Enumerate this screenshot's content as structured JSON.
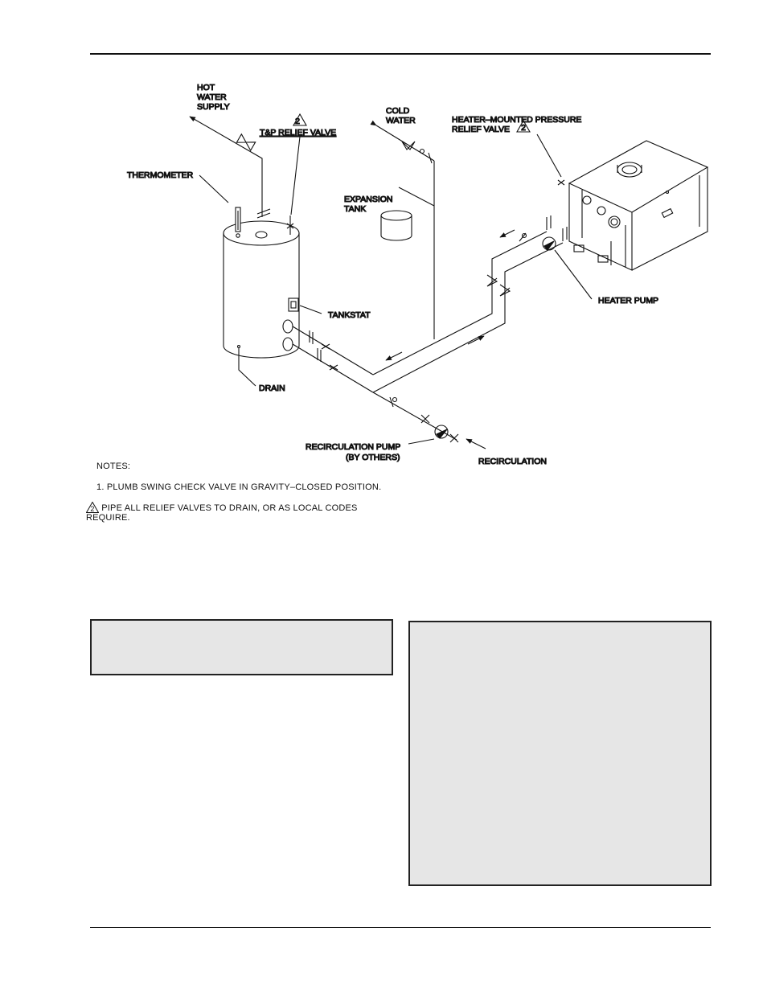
{
  "labels": {
    "hot_water_supply": [
      "HOT",
      "WATER",
      "SUPPLY"
    ],
    "tp_relief_valve": "T&P RELIEF VALVE",
    "cold_water": [
      "COLD",
      "WATER"
    ],
    "heater_mounted_pressure": [
      "HEATER–MOUNTED PRESSURE",
      "RELIEF VALVE"
    ],
    "thermometer": "THERMOMETER",
    "expansion_tank": [
      "EXPANSION",
      "TANK"
    ],
    "tankstat": "TANKSTAT",
    "heater_pump": "HEATER PUMP",
    "drain": "DRAIN",
    "recirculation_pump": [
      "RECIRCULATION PUMP",
      "(BY OTHERS)"
    ],
    "recirculation": "RECIRCULATION",
    "note_marker": "2"
  },
  "notes": {
    "heading": "NOTES:",
    "note1": "1. PLUMB SWING CHECK VALVE IN GRAVITY–CLOSED POSITION.",
    "note2_line1": "PIPE ALL RELIEF VALVES TO DRAIN, OR AS LOCAL CODES",
    "note2_line2": "REQUIRE."
  },
  "colors": {
    "ink": "#111111",
    "panel_fill": "#e6e6e6",
    "page": "#ffffff"
  }
}
